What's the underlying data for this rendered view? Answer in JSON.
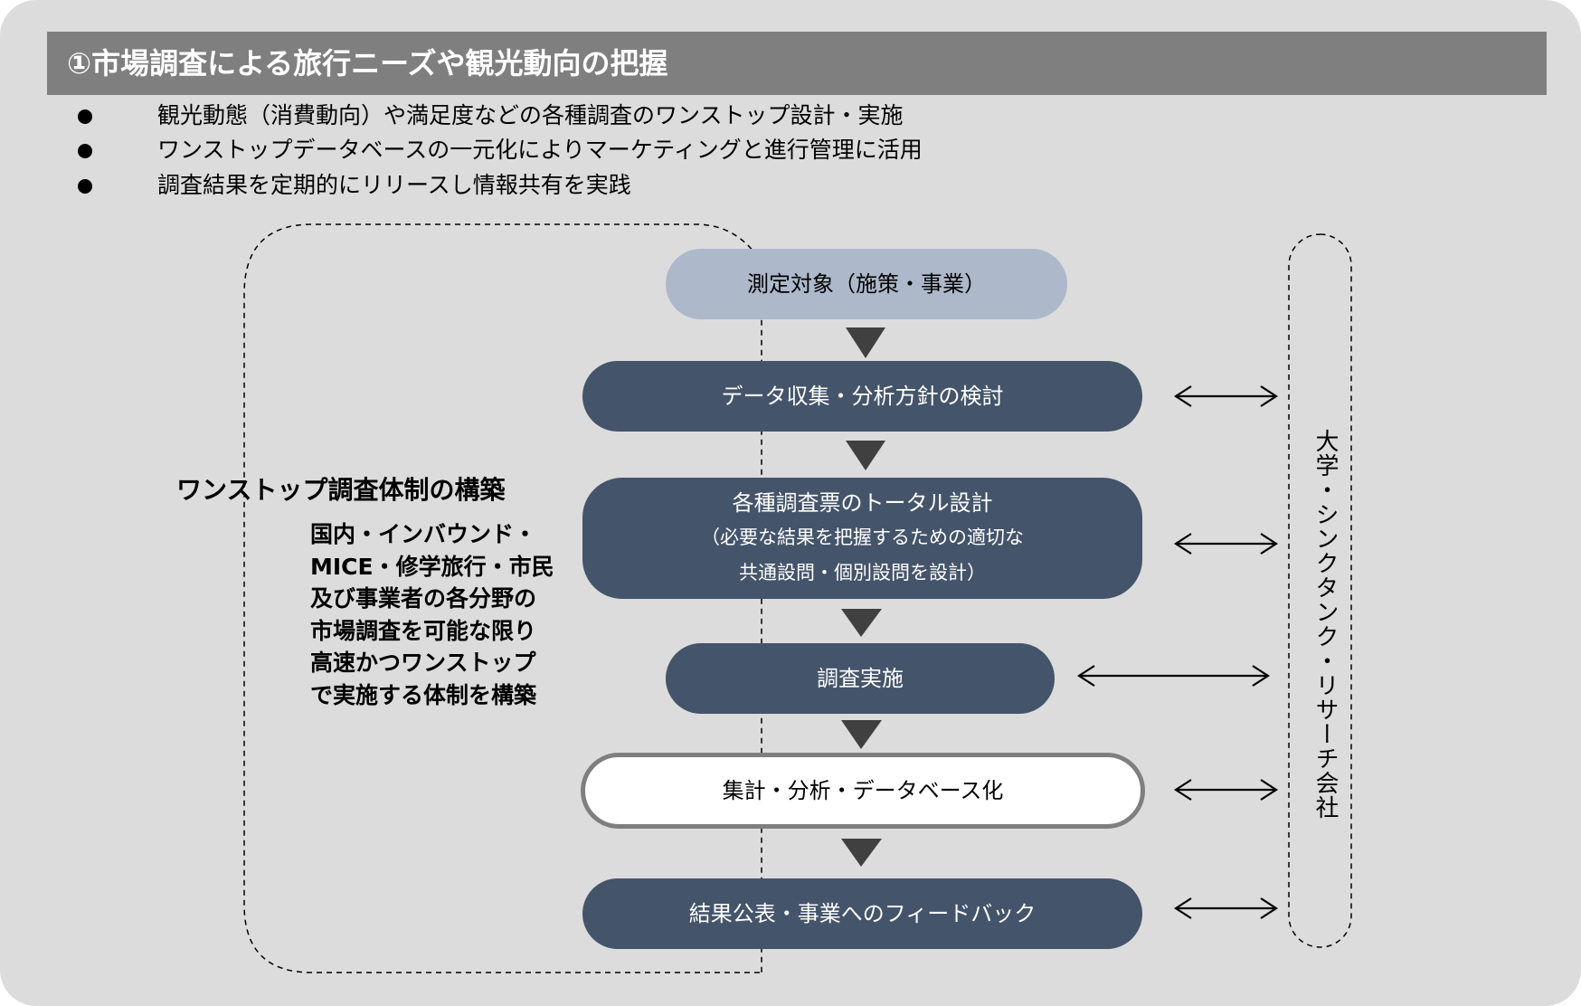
{
  "title": "①市場調査による旅行ニーズや観光動向の把握",
  "bullets": [
    "観光動態（消費動向）や満足度などの各種調査のワンストップ設計・実施",
    "ワンストップデータベースの一元化によりマーケティングと進行管理に活用",
    "調査結果を定期的にリリースし情報共有を実践"
  ],
  "flow": {
    "step1": "測定対象（施策・事業）",
    "step2": "データ収集・分析方針の検討",
    "step3_title": "各種調査票のトータル設計",
    "step3_sub1": "（必要な結果を把握するための適切な",
    "step3_sub2": "共通設問・個別設問を設計）",
    "step4": "調査実施",
    "step5": "集計・分析・データベース化",
    "step6": "結果公表・事業へのフィードバック"
  },
  "left_panel": {
    "heading": "ワンストップ調査体制の構築",
    "description": "国内・インバウンド・MICE・修学旅行・市民及び事業者の各分野の市場調査を可能な限り高速かつワンストップで実施する体制を構築"
  },
  "right_panel": {
    "label": "大学・シンクタンク・リサーチ会社"
  },
  "colors": {
    "background": "#dcdcdc",
    "title_bar": "#7f7f7f",
    "node_light": "#adb9ca",
    "node_dark": "#44546a",
    "node_white_border": "#7f7f7f",
    "arrow_fill": "#404040"
  }
}
